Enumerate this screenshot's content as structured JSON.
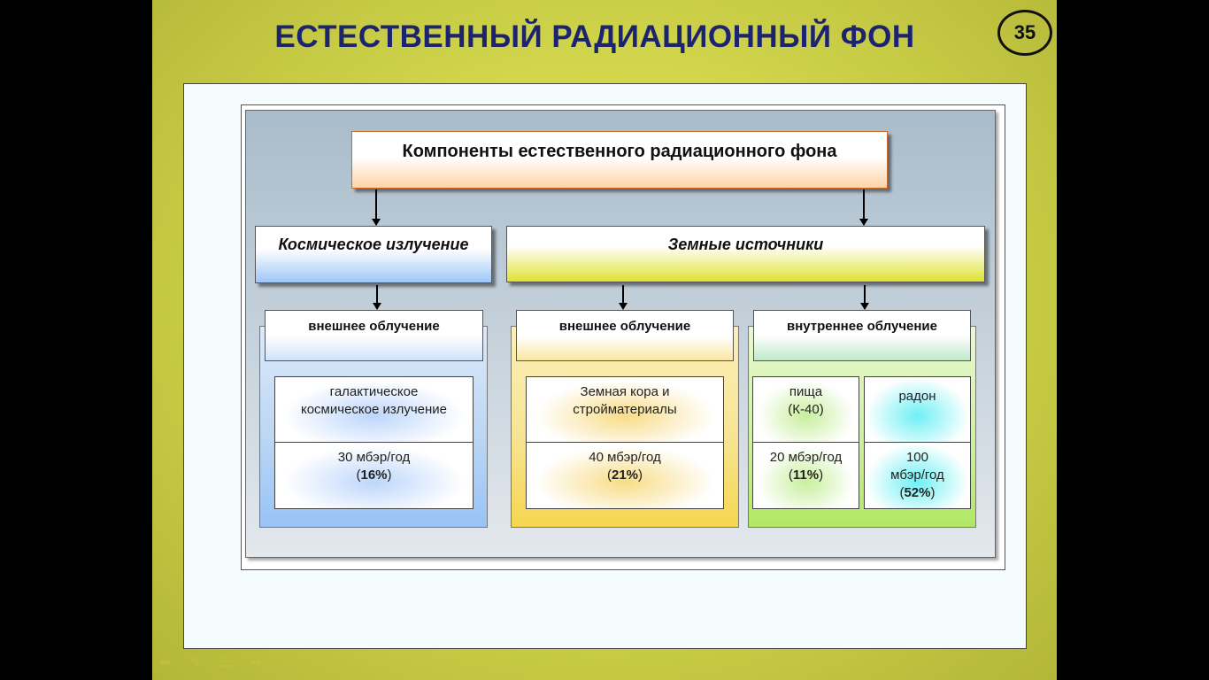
{
  "slide": {
    "title": "ЕСТЕСТВЕННЫЙ РАДИАЦИОННЫЙ ФОН",
    "page_number": "35"
  },
  "diagram": {
    "root": "Компоненты естественного радиационного фона",
    "cosmic": {
      "label": "Космическое  излучение",
      "external": {
        "header": "внешнее  облучение",
        "source_line1": "галактическое",
        "source_line2": "космическое  излучение",
        "dose": "30 мбэр/год",
        "percent_open": "(",
        "percent": "16%",
        "percent_close": ")"
      }
    },
    "earth": {
      "label": "Земные источники",
      "external": {
        "header": "внешнее  облучение",
        "source_line1": "Земная  кора  и",
        "source_line2": "стройматериалы",
        "dose": "40 мбэр/год",
        "percent_open": "(",
        "percent": "21%",
        "percent_close": ")"
      },
      "internal": {
        "header": "внутреннее  облучение",
        "food_line1": "пища",
        "food_line2": "(К-40)",
        "food_dose": "20 мбэр/год",
        "food_percent_open": "(",
        "food_percent": "11%",
        "food_percent_close": ")",
        "radon": "радон",
        "radon_dose_line1": "100",
        "radon_dose_line2": "мбэр/год",
        "radon_percent_open": "(",
        "radon_percent": "52%",
        "radon_percent_close": ")"
      }
    }
  },
  "colors": {
    "title": "#1c2470",
    "background": "#d4d94e",
    "cosmic_accent": "#98c3f6",
    "earth_accent": "#dfe232",
    "internal_accent": "#b1e864",
    "radon_accent": "#6ef0f4",
    "root_accent": "#ffd3a6"
  },
  "navigation": {
    "icons": [
      "back-icon",
      "pen-icon",
      "menu-icon",
      "forward-icon"
    ]
  }
}
